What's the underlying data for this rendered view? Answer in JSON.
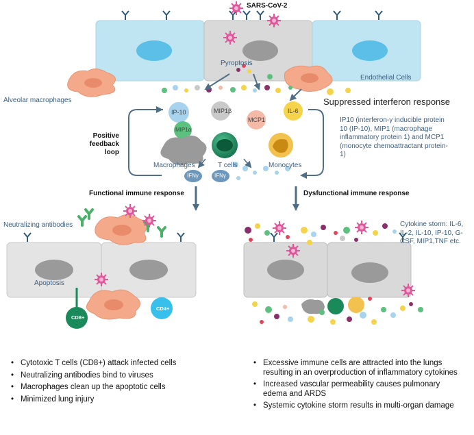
{
  "virus_label": "SARS-CoV-2",
  "pyroptosis_label": "Pyroptosis",
  "endothelial_label": "Endothelial Cells",
  "alveolar_label": "Alveolar macrophages",
  "suppressed_label": "Suppressed interferon response",
  "cytokines": {
    "ip10": "IP-10",
    "mip1b": "MIP1β",
    "mcp1": "MCP1",
    "il6": "IL-6",
    "mip1a": "MIP1α",
    "ifng1": "IFNγ",
    "ifng2": "IFNγ"
  },
  "positive_feedback": "Positive feedback loop",
  "cells": {
    "macrophages": "Macrophages",
    "tcells": "T cells",
    "monocytes": "Monocytes"
  },
  "ip10_note": "IP10 (interferon-γ inducible protein 10 (IP-10), MIP1 (macrophage inflammatory protein 1) and MCP1 (monocyte chemoattractant protein-1)",
  "functional_label": "Functional immune response",
  "dysfunctional_label": "Dysfunctional immune response",
  "neutralizing_label": "Neutralizing antibodies",
  "apoptosis_label": "Apoptosis",
  "cd8_label": "CD8+",
  "cd4_label": "CD4+",
  "cytokine_storm_label": "Cytokine storm: IL-6, IL-2, IL-10, IP-10, G-CSF, MIP1,TNF etc.",
  "left_bullets": [
    "Cytotoxic T cells (CD8+) attack infected cells",
    "Neutralizing antibodies bind to viruses",
    "Macrophages clean up the apoptotic cells",
    "Minimized lung injury"
  ],
  "right_bullets": [
    "Excessive immune cells are attracted into the lungs resulting in an overproduction of inflammatory cytokines",
    "Increased vascular permeability causes pulmonary edema and ARDS",
    "Systemic cytokine storm results in multi-organ damage"
  ],
  "colors": {
    "endothelial": "#bfe5f2",
    "infected_cell": "#d9d9d9",
    "nucleus_blue": "#5bbfe8",
    "nucleus_gray": "#9a9a9a",
    "virus": "#e0569a",
    "macrophage": "#f4a98a",
    "arrow": "#4f6e86",
    "ifng": "#6d97bb"
  }
}
